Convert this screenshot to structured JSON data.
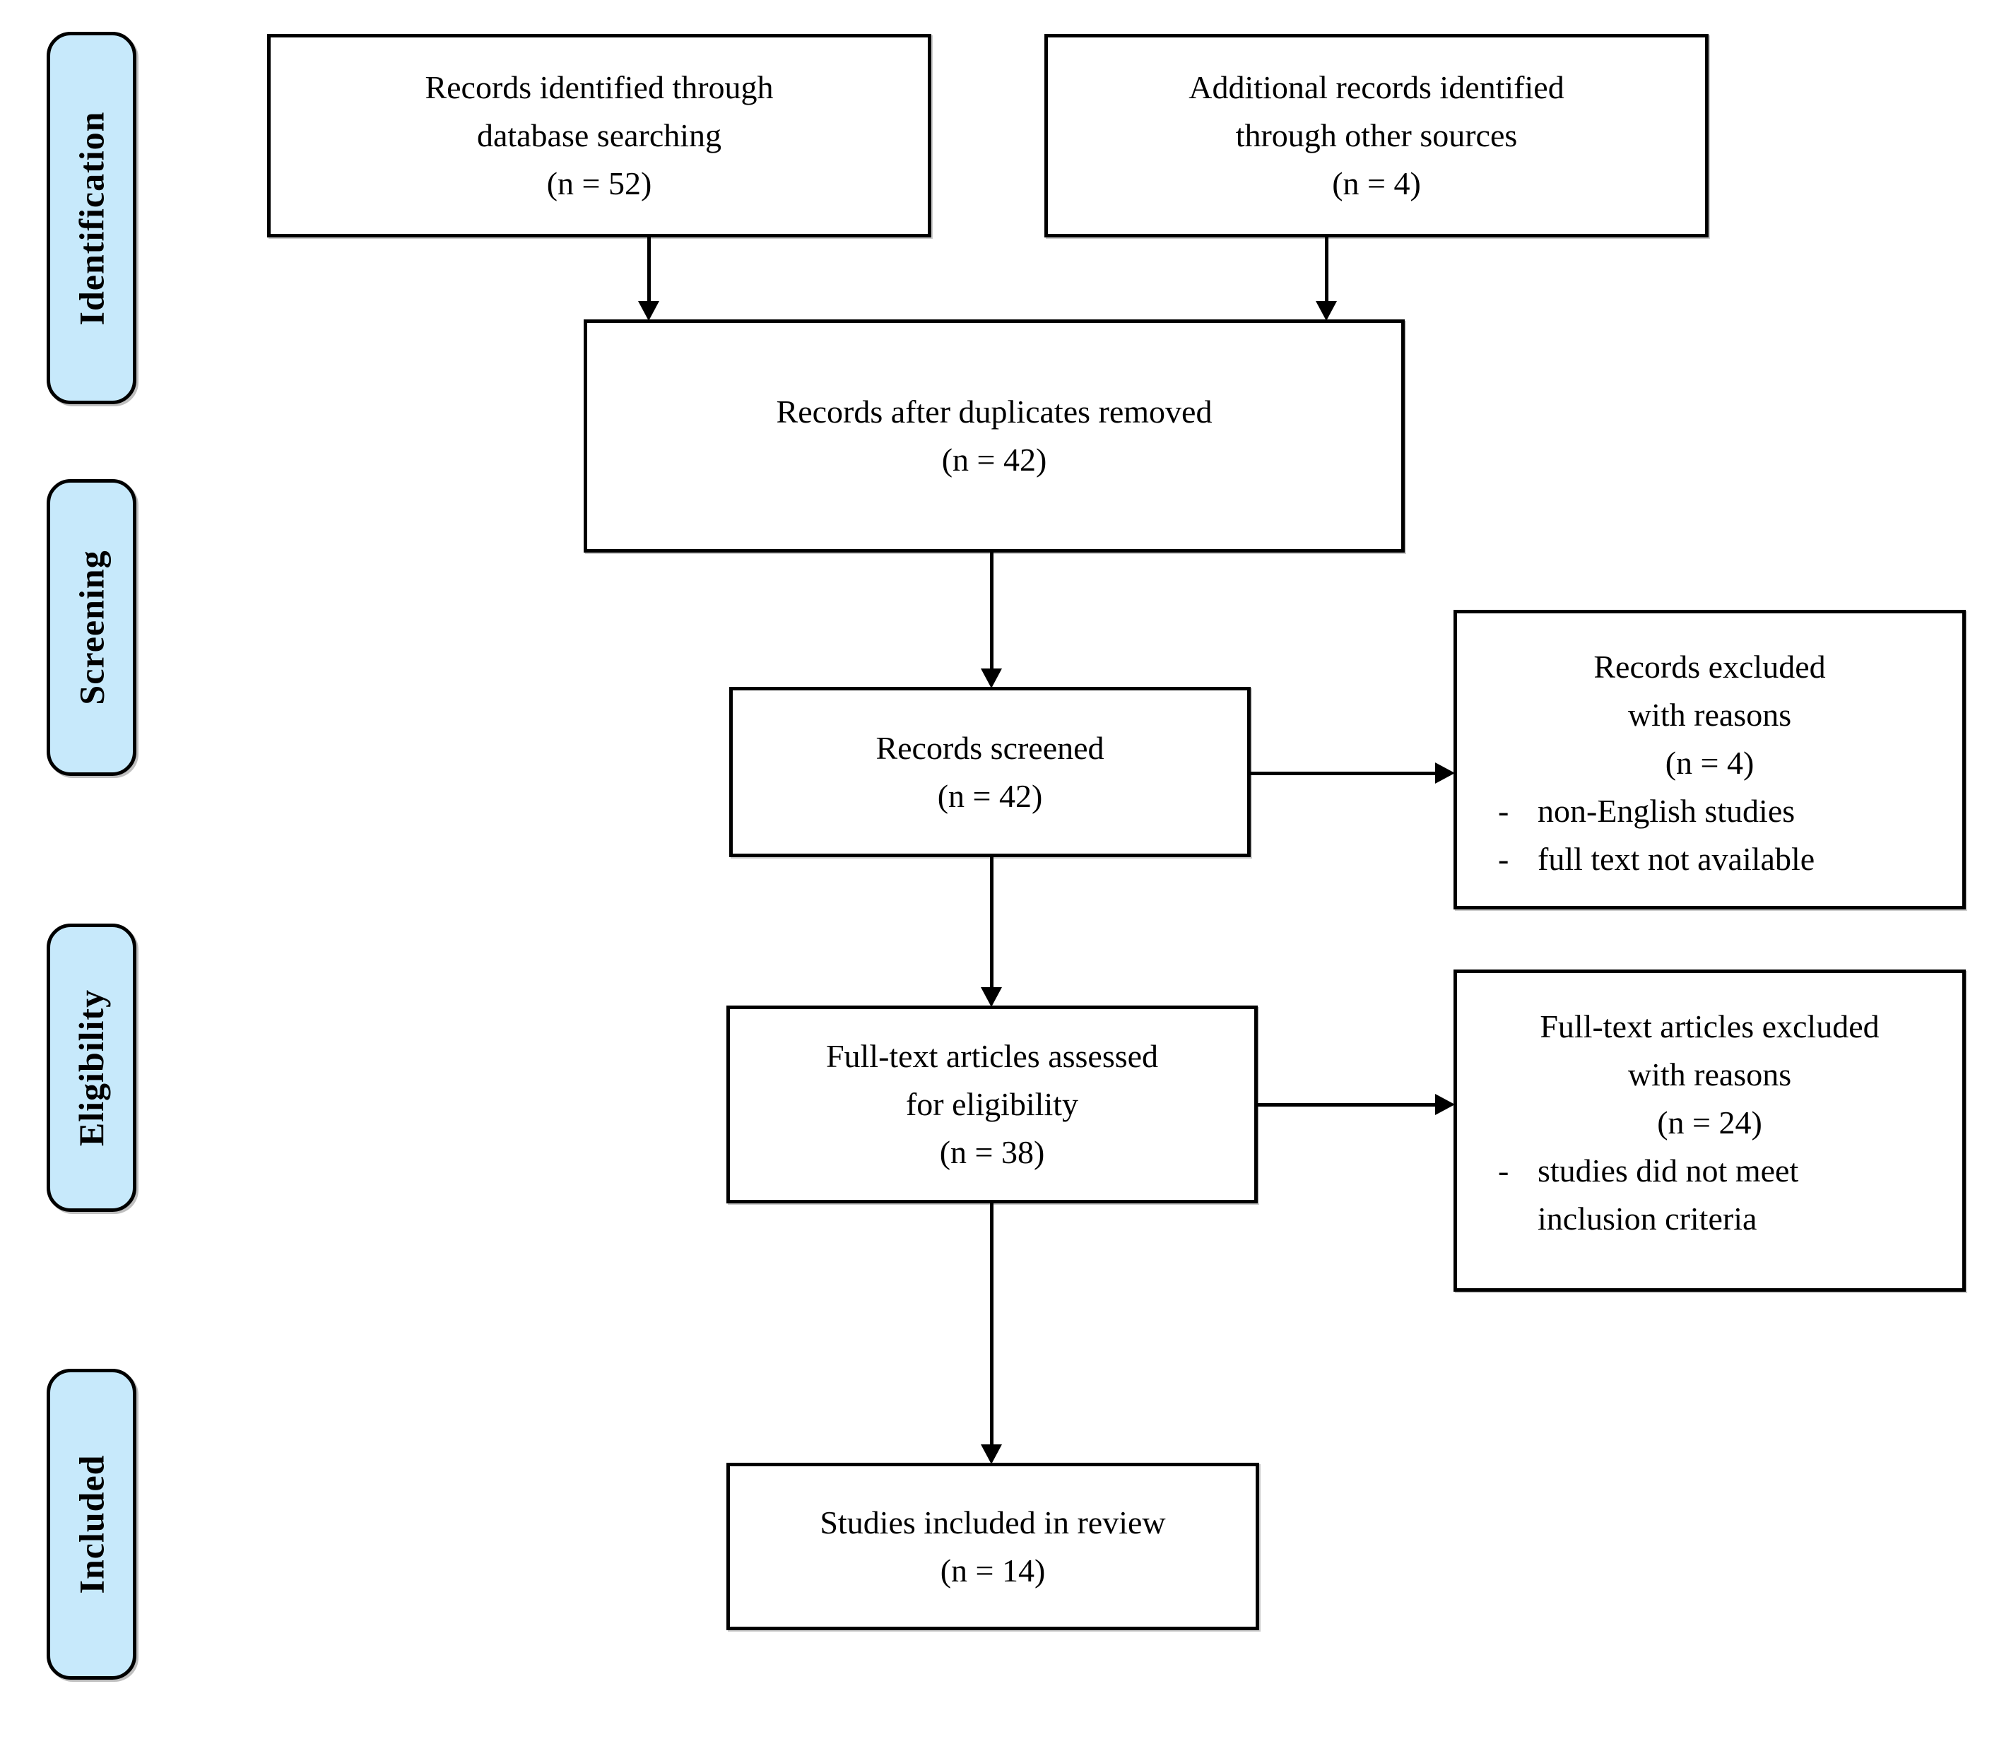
{
  "colors": {
    "stage_fill": "#c7e9fb",
    "stage_border": "#000000",
    "box_fill": "#ffffff",
    "box_border": "#000000",
    "arrow": "#000000",
    "text": "#000000",
    "background": "#ffffff"
  },
  "stages": [
    {
      "label": "Identification"
    },
    {
      "label": "Screening"
    },
    {
      "label": "Eligibility"
    },
    {
      "label": "Included"
    }
  ],
  "boxes": {
    "identified": {
      "text": "Records identified through\ndatabase searching\n(n = 52)"
    },
    "additional": {
      "text": "Additional records identified\nthrough other sources\n(n = 4)"
    },
    "duplicates": {
      "text": "Records after duplicates removed\n(n = 42)"
    },
    "screened": {
      "text": "Records screened\n(n = 42)"
    },
    "fulltext": {
      "text": "Full-text articles assessed\nfor eligibility\n(n = 38)"
    },
    "included": {
      "text": "Studies included in review\n(n = 14)"
    },
    "excluded_records": {
      "header": "Records excluded\nwith reasons\n(n = 4)",
      "reasons": [
        {
          "marker": "-",
          "text": "non-English studies"
        },
        {
          "marker": "-",
          "text": "full text not available"
        }
      ]
    },
    "excluded_fulltext": {
      "header": "Full-text articles excluded\nwith reasons\n(n = 24)",
      "reasons": [
        {
          "marker": "-",
          "text": "studies did not meet\ninclusion criteria"
        }
      ]
    }
  }
}
